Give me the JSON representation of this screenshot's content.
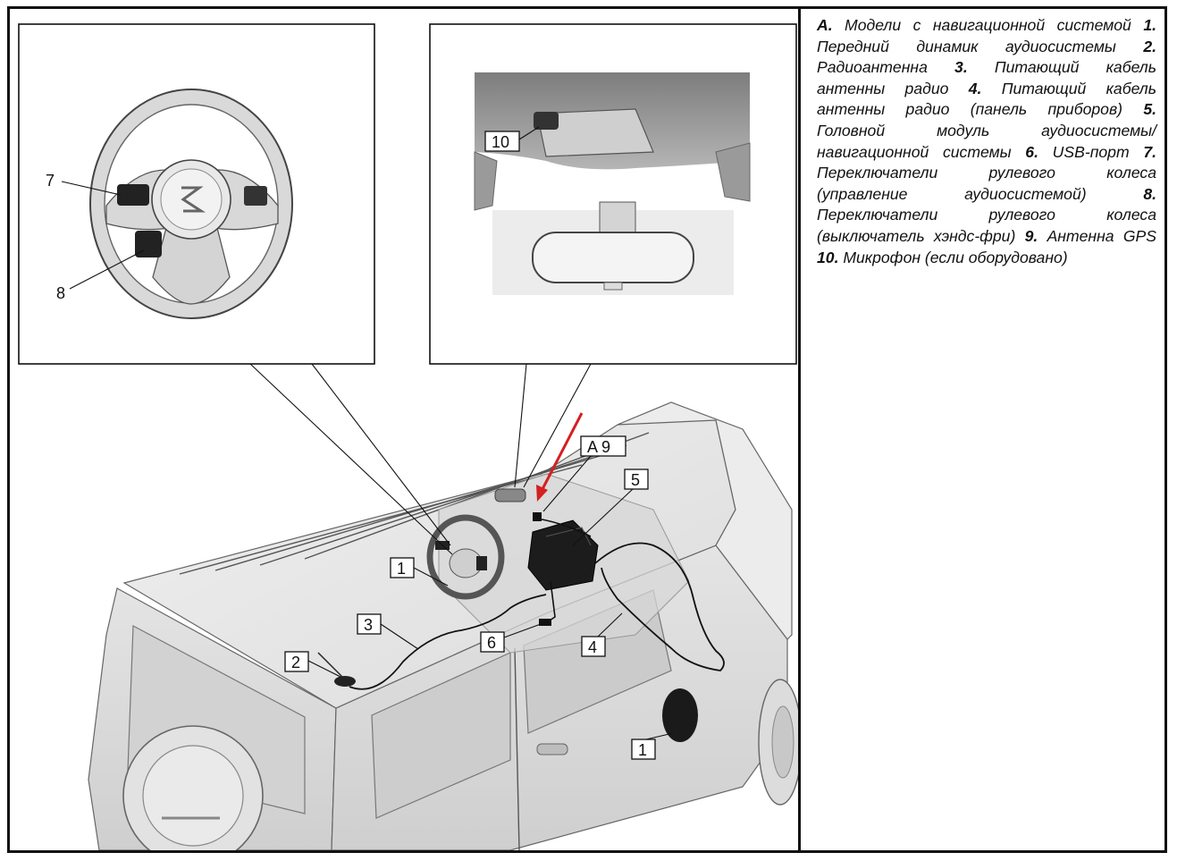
{
  "labels": {
    "l7": "7",
    "l8": "8",
    "l10": "10",
    "l1a": "1",
    "l1b": "1",
    "l2": "2",
    "l3": "3",
    "l4": "4",
    "l5": "5",
    "l6": "6",
    "la9": "A 9"
  },
  "legend": [
    {
      "num": "A.",
      "text": " Модели с навигационной системой "
    },
    {
      "num": "1.",
      "text": " Передний динамик аудиосистемы "
    },
    {
      "num": "2.",
      "text": " Радиоантенна "
    },
    {
      "num": "3.",
      "text": " Питающий кабель антенны радио "
    },
    {
      "num": "4.",
      "text": " Питающий кабель антенны радио (панель приборов) "
    },
    {
      "num": "5.",
      "text": " Головной модуль аудиосистемы/навигационной системы "
    },
    {
      "num": "6.",
      "text": " USB-порт "
    },
    {
      "num": "7.",
      "text": " Переключатели рулевого колеса (управление аудиосистемой) "
    },
    {
      "num": "8.",
      "text": " Переключатели рулевого колеса (выключатель хэндс-фри) "
    },
    {
      "num": "9.",
      "text": " Антенна GPS "
    },
    {
      "num": "10.",
      "text": " Микрофон (если оборудовано)"
    }
  ],
  "colors": {
    "frame": "#111111",
    "pointer_arrow": "#d42020",
    "car_body": "#e6e6e6",
    "car_edge": "#666666"
  }
}
